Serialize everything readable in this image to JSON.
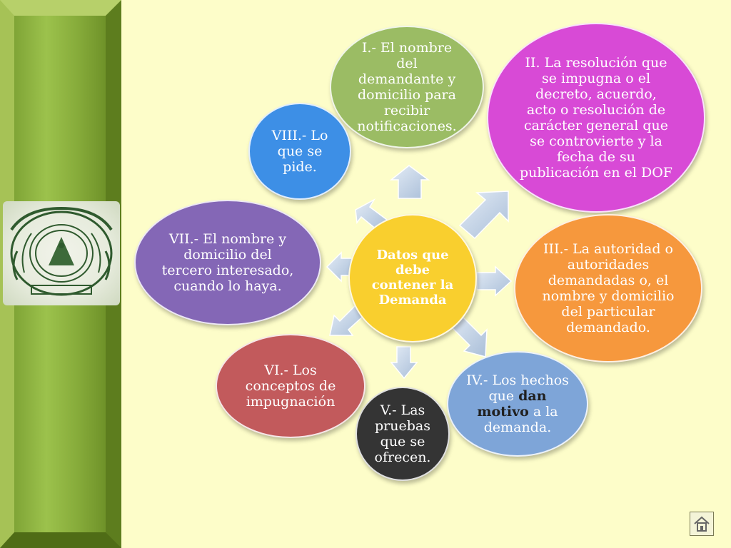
{
  "center": {
    "label": "Datos que debe contener la Demanda",
    "color": "#f9cf2e"
  },
  "items": [
    {
      "label": "I.- El nombre del demandante y domicilio para recibir notificaciones.",
      "color": "#9bbc64"
    },
    {
      "label": "II. La resolución que se impugna o el decreto, acuerdo, acto o resolución de carácter general que se controvierte y la fecha de su publicación en el DOF",
      "color": "#d84ad6"
    },
    {
      "label": "III.- La autoridad o autoridades demandadas o, el nombre y domicilio del particular demandado.",
      "color": "#f6983d"
    },
    {
      "label_pre": "IV.- Los hechos que ",
      "label_bold": "dan motivo",
      "label_post": " a la demanda.",
      "color": "#7ea5d8"
    },
    {
      "label": "V.- Las pruebas que se ofrecen.",
      "color": "#343434"
    },
    {
      "label": "VI.- Los conceptos de impugnación",
      "color": "#c25a5c"
    },
    {
      "label": "VII.- El nombre y domicilio del tercero interesado, cuando lo haya.",
      "color": "#8467b6"
    },
    {
      "label": "VIII.- Lo que se pide.",
      "color": "#3d8fe6"
    }
  ],
  "icons": {
    "seal": "mexican-seal-icon",
    "home": "home-icon"
  }
}
